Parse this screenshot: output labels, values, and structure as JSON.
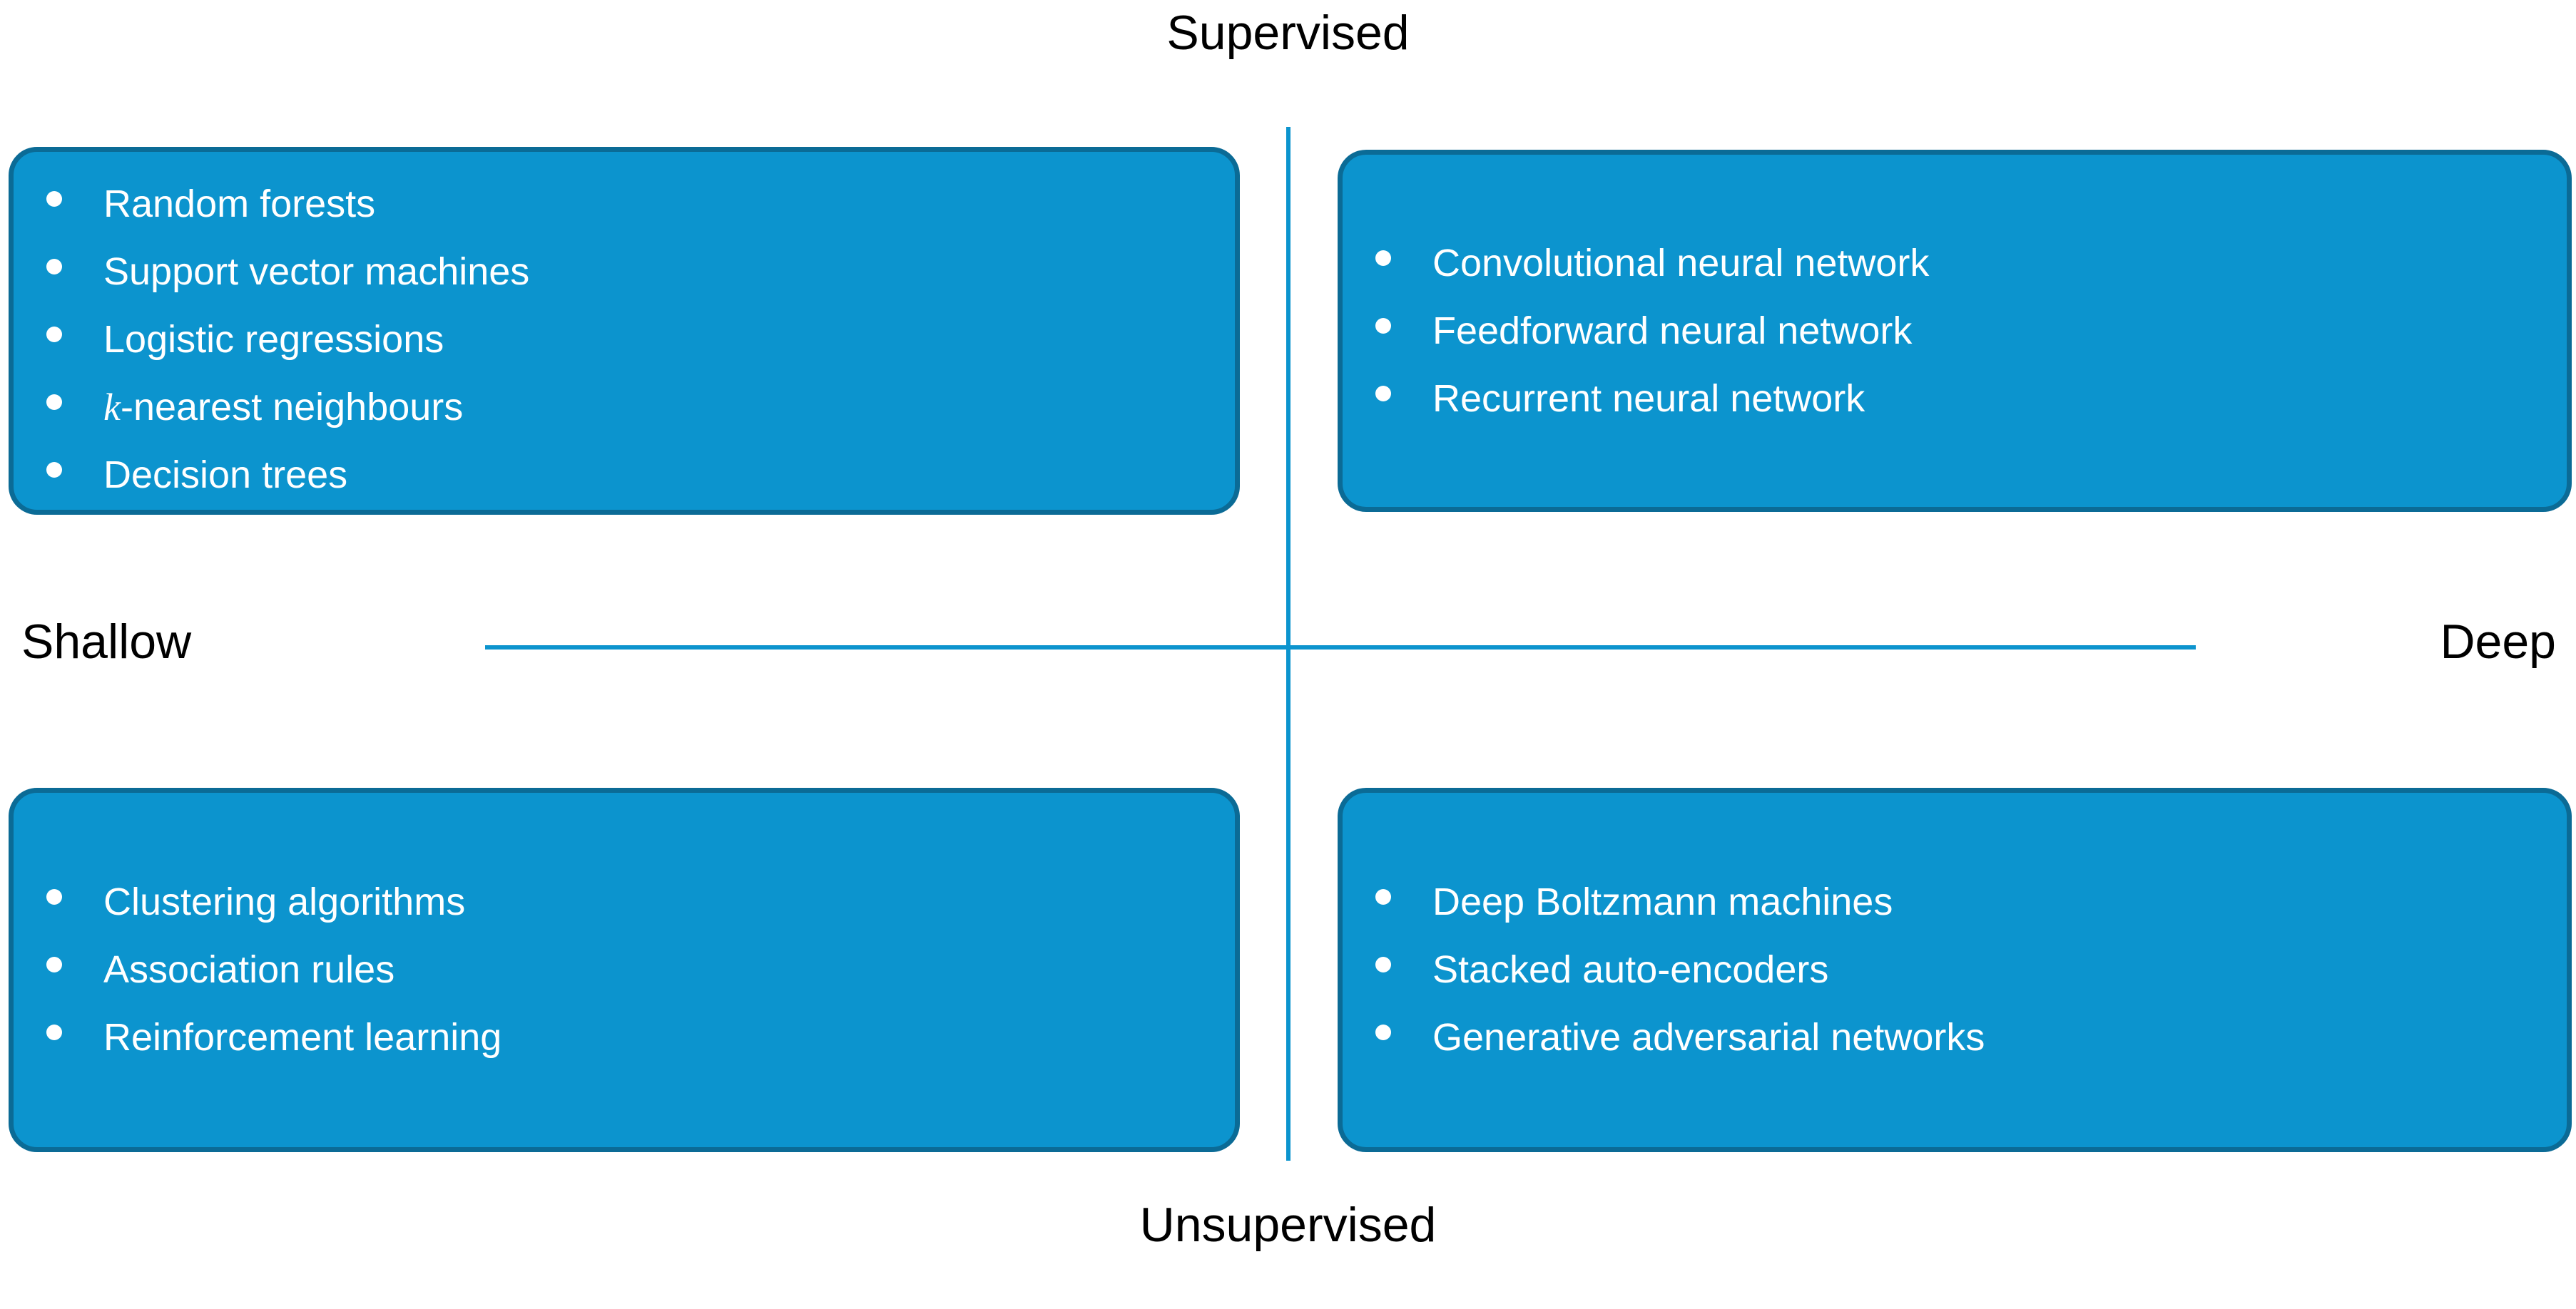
{
  "axes": {
    "top_label": "Supervised",
    "bottom_label": "Unsupervised",
    "left_label": "Shallow",
    "right_label": "Deep"
  },
  "colors": {
    "box_fill": "#0C94CE",
    "box_border": "#0B6B96",
    "axis_line": "#0C94CE",
    "box_text": "#FFFFFF",
    "label_text": "#000000",
    "background": "#FFFFFF"
  },
  "quadrants": {
    "shallow_supervised": {
      "items": [
        "Random forests",
        "Support vector machines",
        "Logistic regressions",
        "k-nearest neighbours",
        "Decision trees"
      ],
      "italic_prefix": "k",
      "italic_suffix": "-nearest neighbours"
    },
    "deep_supervised": {
      "items": [
        "Convolutional neural network",
        "Feedforward neural network",
        "Recurrent neural network"
      ]
    },
    "shallow_unsupervised": {
      "items": [
        "Clustering algorithms",
        "Association rules",
        "Reinforcement learning"
      ]
    },
    "deep_unsupervised": {
      "items": [
        "Deep Boltzmann machines",
        "Stacked auto-encoders",
        "Generative adversarial networks"
      ]
    }
  }
}
